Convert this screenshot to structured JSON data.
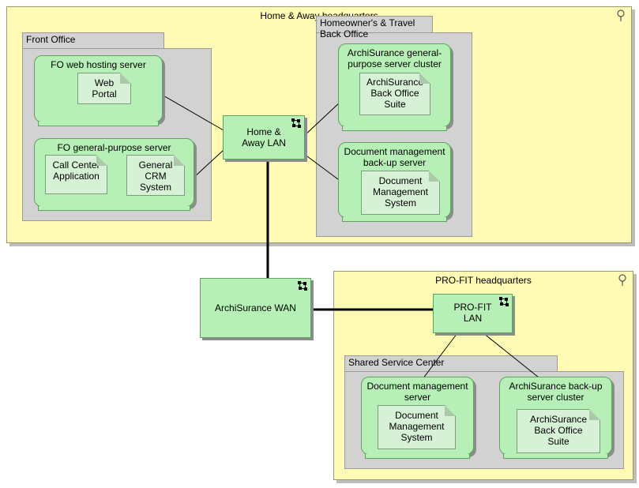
{
  "locations": {
    "home_away": {
      "title": "Home & Away headquarters"
    },
    "profit": {
      "title": "PRO-FIT headquarters"
    }
  },
  "groups": {
    "front_office": "Front Office",
    "homeowners": [
      "Homeowner's & Travel",
      "Back Office"
    ],
    "shared_service": "Shared Service Center"
  },
  "nodes": {
    "fo_web": "FO web hosting server",
    "fo_general": "FO general-purpose server",
    "archi_cluster": [
      "ArchiSurance general-",
      "purpose server cluster"
    ],
    "doc_backup": [
      "Document management",
      "back-up server"
    ],
    "doc_server": [
      "Document management",
      "server"
    ],
    "archi_backup_cluster": [
      "ArchiSurance back-up",
      "server cluster"
    ]
  },
  "artifacts": {
    "web_portal": [
      "Web",
      "Portal"
    ],
    "call_center": [
      "Call Center",
      "Application"
    ],
    "general_crm": [
      "General",
      "CRM",
      "System"
    ],
    "back_office_suite_1": [
      "ArchiSurance",
      "Back Office",
      "Suite"
    ],
    "dms_1": [
      "Document",
      "Management",
      "System"
    ],
    "dms_2": [
      "Document",
      "Management",
      "System"
    ],
    "back_office_suite_2": [
      "ArchiSurance",
      "Back Office",
      "Suite"
    ]
  },
  "networks": {
    "home_away_lan": [
      "Home &",
      "Away LAN"
    ],
    "archi_wan": "ArchiSurance WAN",
    "profit_lan": [
      "PRO-FIT",
      "LAN"
    ]
  },
  "colors": {
    "location": "#fffbb4",
    "group": "#d2d2d2",
    "node": "#b6f0b6",
    "artifact": "#d6f1d6"
  }
}
